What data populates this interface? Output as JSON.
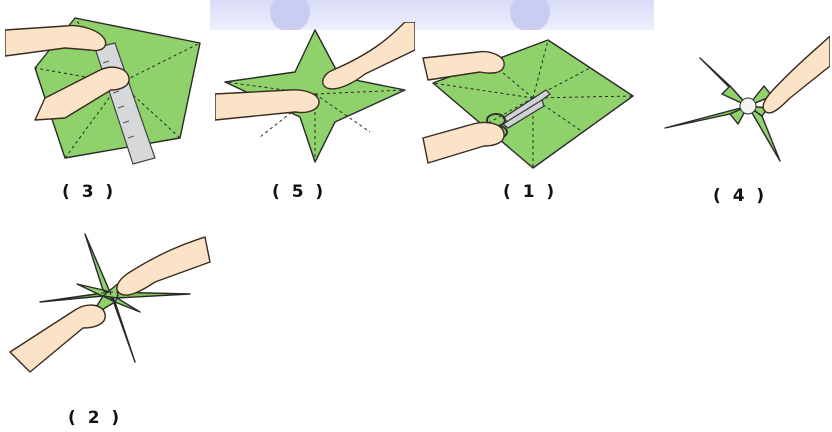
{
  "steps": [
    {
      "label": "( 3 )",
      "depicts": "hands-ruler-folding"
    },
    {
      "label": "( 5 )",
      "depicts": "hands-folding-corners"
    },
    {
      "label": "( 1 )",
      "depicts": "scissors-cutting-diagonals"
    },
    {
      "label": "( 4 )",
      "depicts": "finished-pinwheel-pinned"
    },
    {
      "label": "( 2 )",
      "depicts": "hands-folding-pinwheel-blades"
    }
  ],
  "colors": {
    "paper": "#8fd16a",
    "skin": "#fbe3c8",
    "watermark": "#d9dcf7"
  }
}
